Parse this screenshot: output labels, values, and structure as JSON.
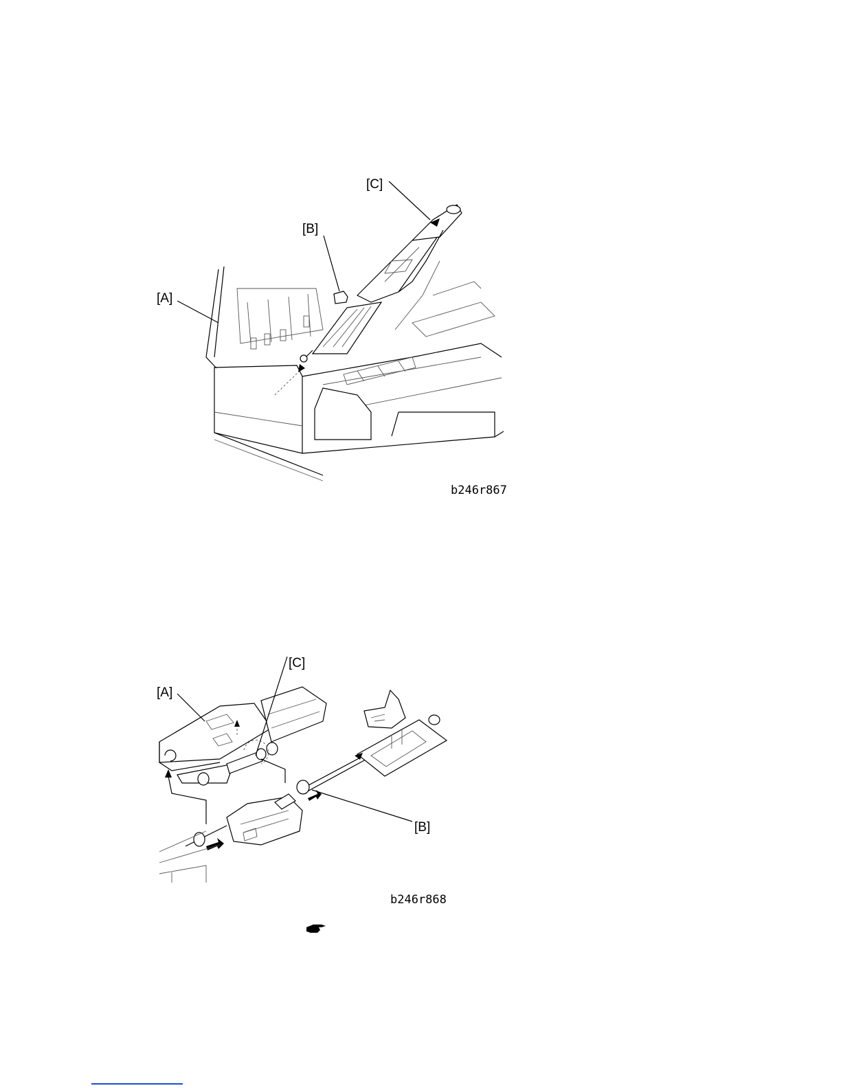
{
  "figure1": {
    "labels": {
      "a": "[A]",
      "b": "[B]",
      "c": "[C]"
    },
    "code": "b246r867"
  },
  "figure2": {
    "labels": {
      "a": "[A]",
      "b": "[B]",
      "c": "[C]"
    },
    "code": "b246r868"
  },
  "note": {
    "icon": "pointing-hand-icon"
  }
}
